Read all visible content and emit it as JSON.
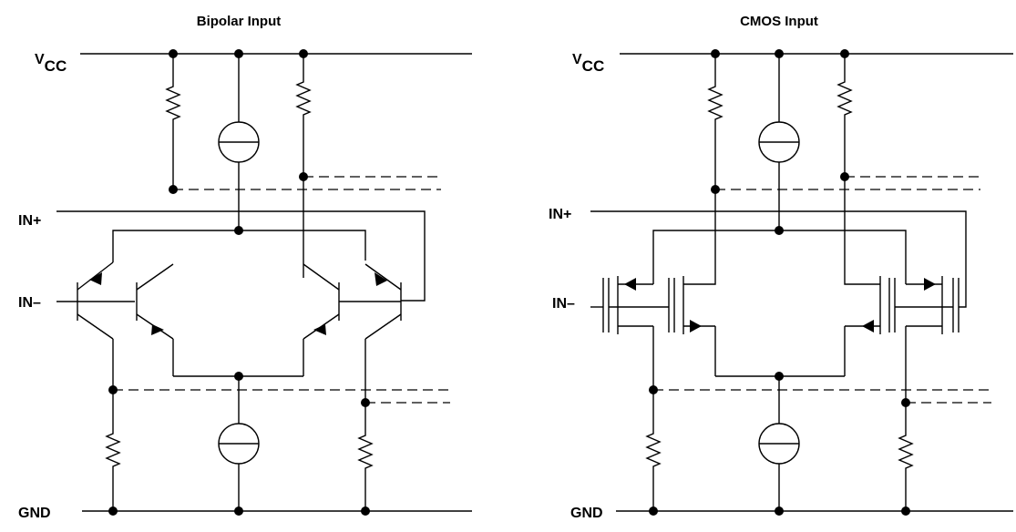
{
  "panels": [
    {
      "title": "Bipolar Input",
      "labels": {
        "vcc": "V",
        "vcc_sub": "CC",
        "in_plus": "IN+",
        "in_minus": "IN–",
        "gnd": "GND"
      }
    },
    {
      "title": "CMOS Input",
      "labels": {
        "vcc": "V",
        "vcc_sub": "CC",
        "in_plus": "IN+",
        "in_minus": "IN–",
        "gnd": "GND"
      }
    }
  ]
}
